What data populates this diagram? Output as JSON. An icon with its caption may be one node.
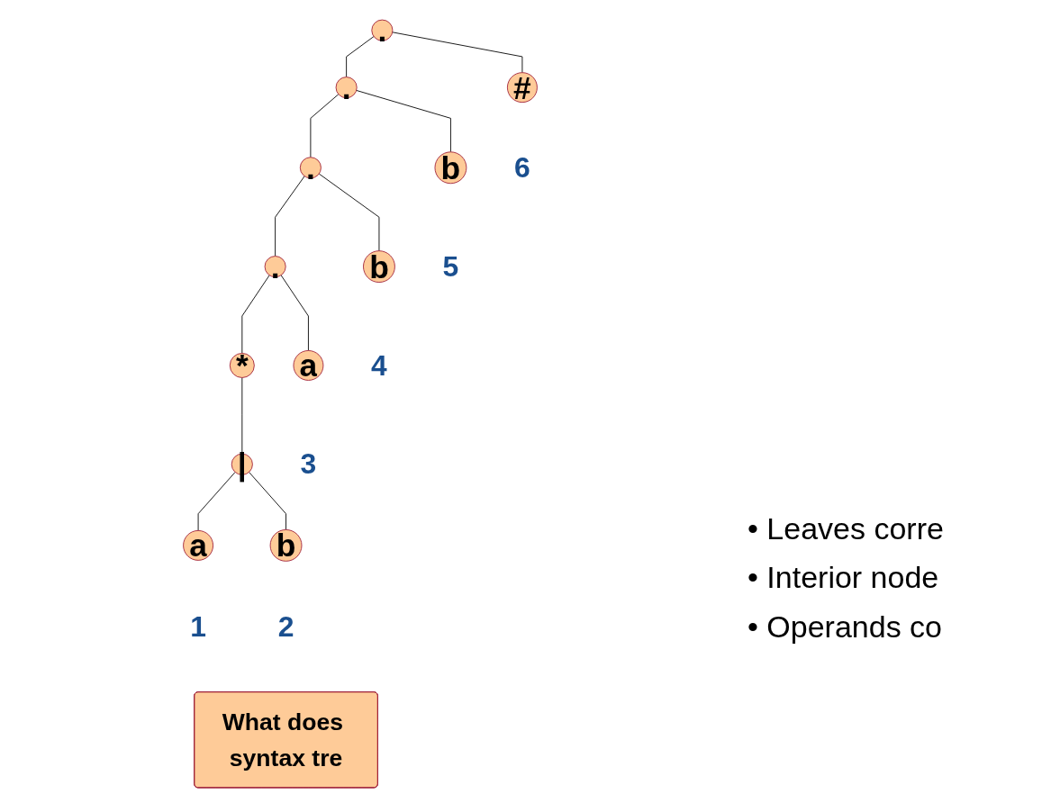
{
  "diagram": {
    "nodes": [
      {
        "text": [
          "."
        ]
      },
      {
        "text": [
          "."
        ]
      },
      {
        "text": [
          "#"
        ],
        "beside": [
          "6"
        ]
      },
      {
        "text": [
          "."
        ]
      },
      {
        "text": [
          "b"
        ],
        "beside": [
          "5"
        ]
      },
      {
        "text": [
          "."
        ]
      },
      {
        "text": [
          "b"
        ],
        "beside": [
          "4"
        ]
      },
      {
        "text": [
          "*"
        ]
      },
      {
        "text": [
          "a"
        ],
        "beside": [
          "3"
        ]
      },
      {
        "text": [
          "|"
        ]
      },
      {
        "text": [
          "a"
        ],
        "beside": [
          "1"
        ]
      },
      {
        "text": [
          "b"
        ],
        "beside": [
          "2"
        ]
      },
      {
        "text": [
          "What does syntax tre"
        ]
      }
    ],
    "edges": [
      {
        "from": 0,
        "to": 1,
        "arrow": "none"
      },
      {
        "from": 0,
        "to": 2,
        "arrow": "none"
      },
      {
        "from": 1,
        "to": 3,
        "arrow": "none"
      },
      {
        "from": 1,
        "to": 4,
        "arrow": "none"
      },
      {
        "from": 3,
        "to": 5,
        "arrow": "none"
      },
      {
        "from": 3,
        "to": 6,
        "arrow": "none"
      },
      {
        "from": 5,
        "to": 7,
        "arrow": "none"
      },
      {
        "from": 5,
        "to": 8,
        "arrow": "none"
      },
      {
        "from": 7,
        "to": 9,
        "arrow": "none"
      },
      {
        "from": 9,
        "to": 10,
        "arrow": "none"
      },
      {
        "from": 9,
        "to": 11,
        "arrow": "none"
      }
    ],
    "labels": [
      "• Leaves corre",
      "• Interior node",
      "• Operands co"
    ]
  }
}
